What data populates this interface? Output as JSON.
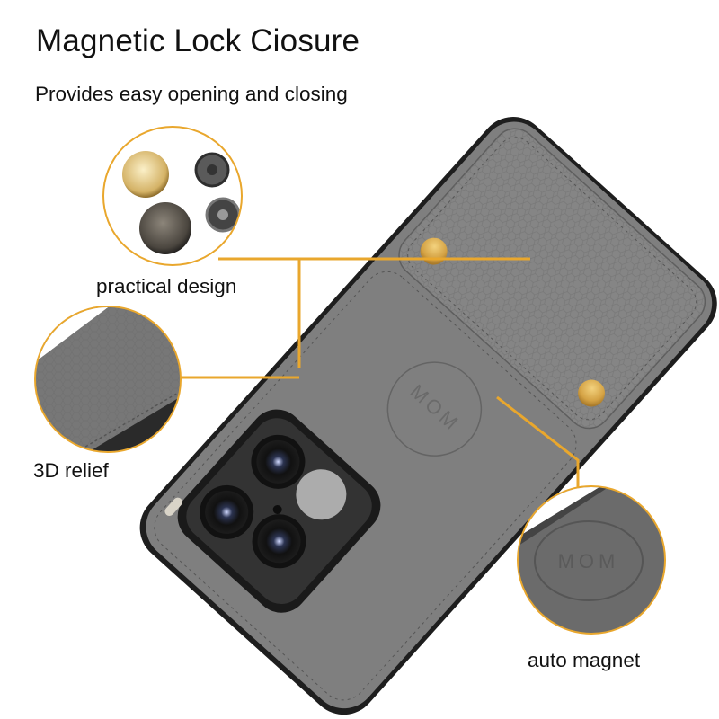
{
  "header": {
    "title": "Magnetic Lock Ciosure",
    "subtitle": "Provides easy opening and closing"
  },
  "callouts": [
    {
      "label": "practical design",
      "detail": "snap-buttons-icon"
    },
    {
      "label": "3D relief",
      "detail": "honeycomb-texture"
    },
    {
      "label": "auto magnet",
      "detail": "magnet-emboss-logo"
    }
  ],
  "colors": {
    "accent": "#e9a72d",
    "leather": "#7d7d7d",
    "leather_dark": "#5f5f5f",
    "gold": "#d9a646",
    "camera": "#2a2a2a"
  },
  "product": {
    "emboss_text": "MOM"
  }
}
